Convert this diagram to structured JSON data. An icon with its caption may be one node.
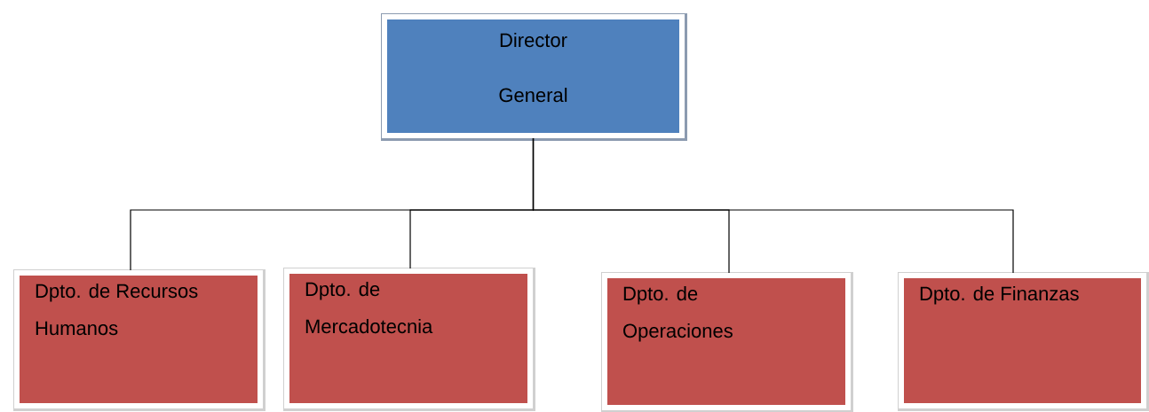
{
  "diagram": {
    "nodes": [
      {
        "text": [
          "Director",
          "General"
        ]
      },
      {
        "text": [
          "Dpto. de Recursos Humanos"
        ]
      },
      {
        "text": [
          "Dpto. de Mercadotecnia"
        ]
      },
      {
        "text": [
          "Dpto. de Operaciones"
        ]
      },
      {
        "text": [
          "Dpto. de Finanzas"
        ]
      }
    ],
    "edges": [
      {
        "from": 0,
        "to": 1,
        "arrow": "none"
      },
      {
        "from": 0,
        "to": 2,
        "arrow": "none"
      },
      {
        "from": 0,
        "to": 3,
        "arrow": "none"
      },
      {
        "from": 0,
        "to": 4,
        "arrow": "none"
      }
    ]
  }
}
